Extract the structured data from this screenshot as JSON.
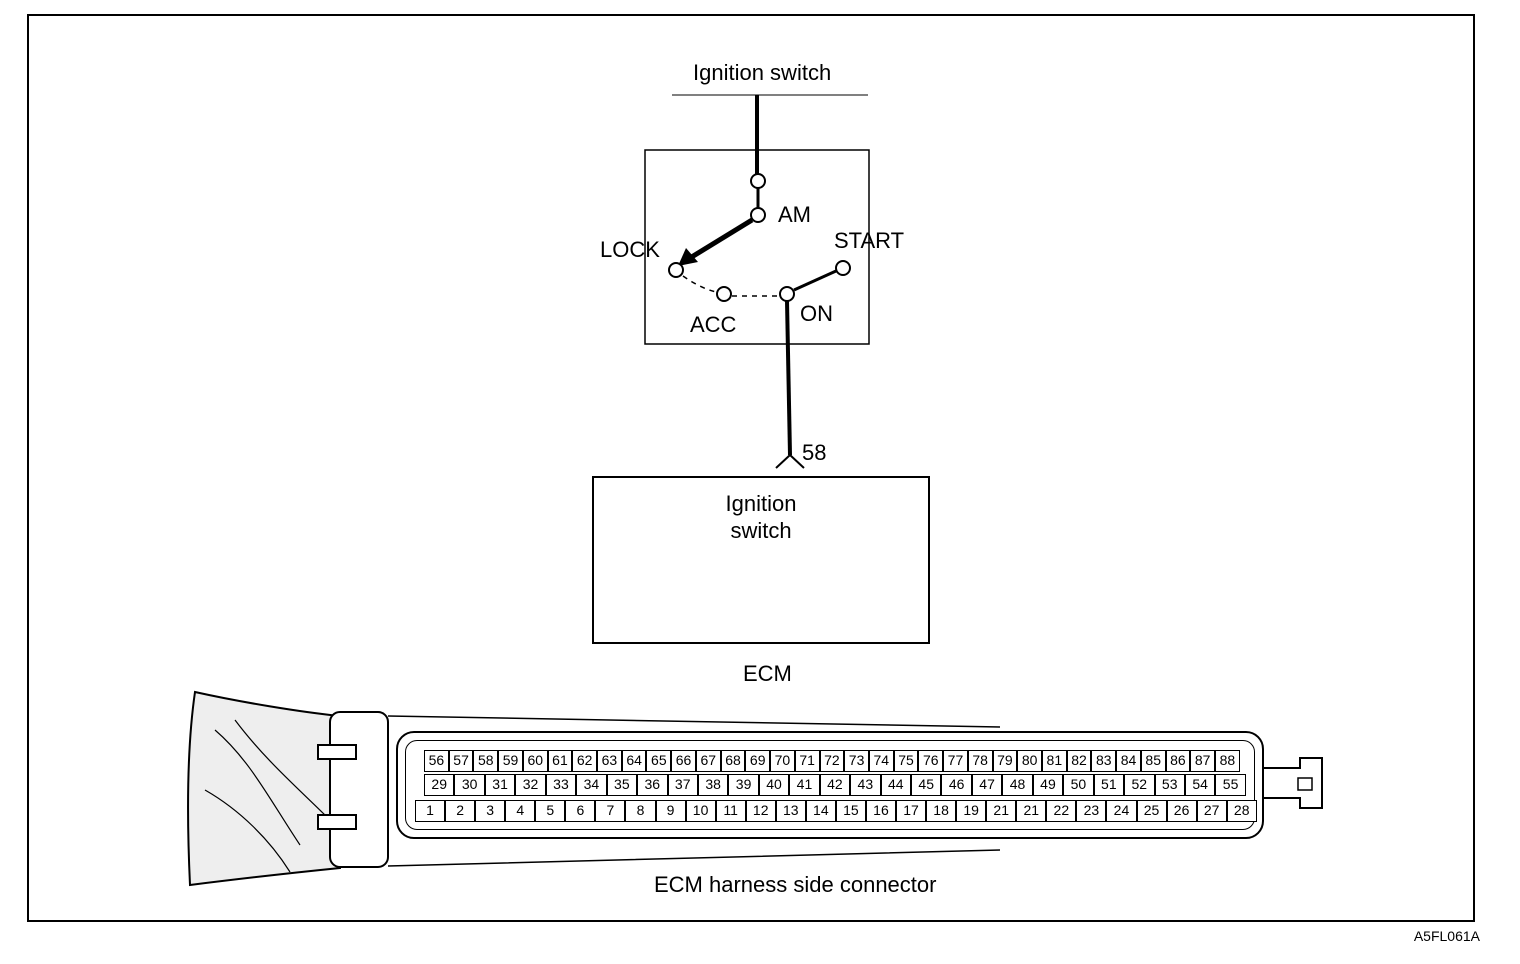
{
  "diagram": {
    "top_label": "Ignition switch",
    "switch_positions": {
      "am": "AM",
      "lock": "LOCK",
      "start": "START",
      "acc": "ACC",
      "on": "ON"
    },
    "terminal_number": "58",
    "ecm_function": [
      "Ignition",
      "switch"
    ],
    "ecm_label": "ECM",
    "connector_caption": "ECM harness side connector",
    "connector_rows": {
      "top": [
        "56",
        "57",
        "58",
        "59",
        "60",
        "61",
        "62",
        "63",
        "64",
        "65",
        "66",
        "67",
        "68",
        "69",
        "70",
        "71",
        "72",
        "73",
        "74",
        "75",
        "76",
        "77",
        "78",
        "79",
        "80",
        "81",
        "82",
        "83",
        "84",
        "85",
        "86",
        "87",
        "88"
      ],
      "middle": [
        "29",
        "30",
        "31",
        "32",
        "33",
        "34",
        "35",
        "36",
        "37",
        "38",
        "39",
        "40",
        "41",
        "42",
        "43",
        "44",
        "45",
        "46",
        "47",
        "48",
        "49",
        "50",
        "51",
        "52",
        "53",
        "54",
        "55"
      ],
      "bottom": [
        "1",
        "2",
        "3",
        "4",
        "5",
        "6",
        "7",
        "8",
        "9",
        "10",
        "11",
        "12",
        "13",
        "14",
        "15",
        "16",
        "17",
        "18",
        "19",
        "21",
        "21",
        "22",
        "23",
        "24",
        "25",
        "26",
        "27",
        "28"
      ]
    },
    "figure_code": "A5FL061A"
  }
}
